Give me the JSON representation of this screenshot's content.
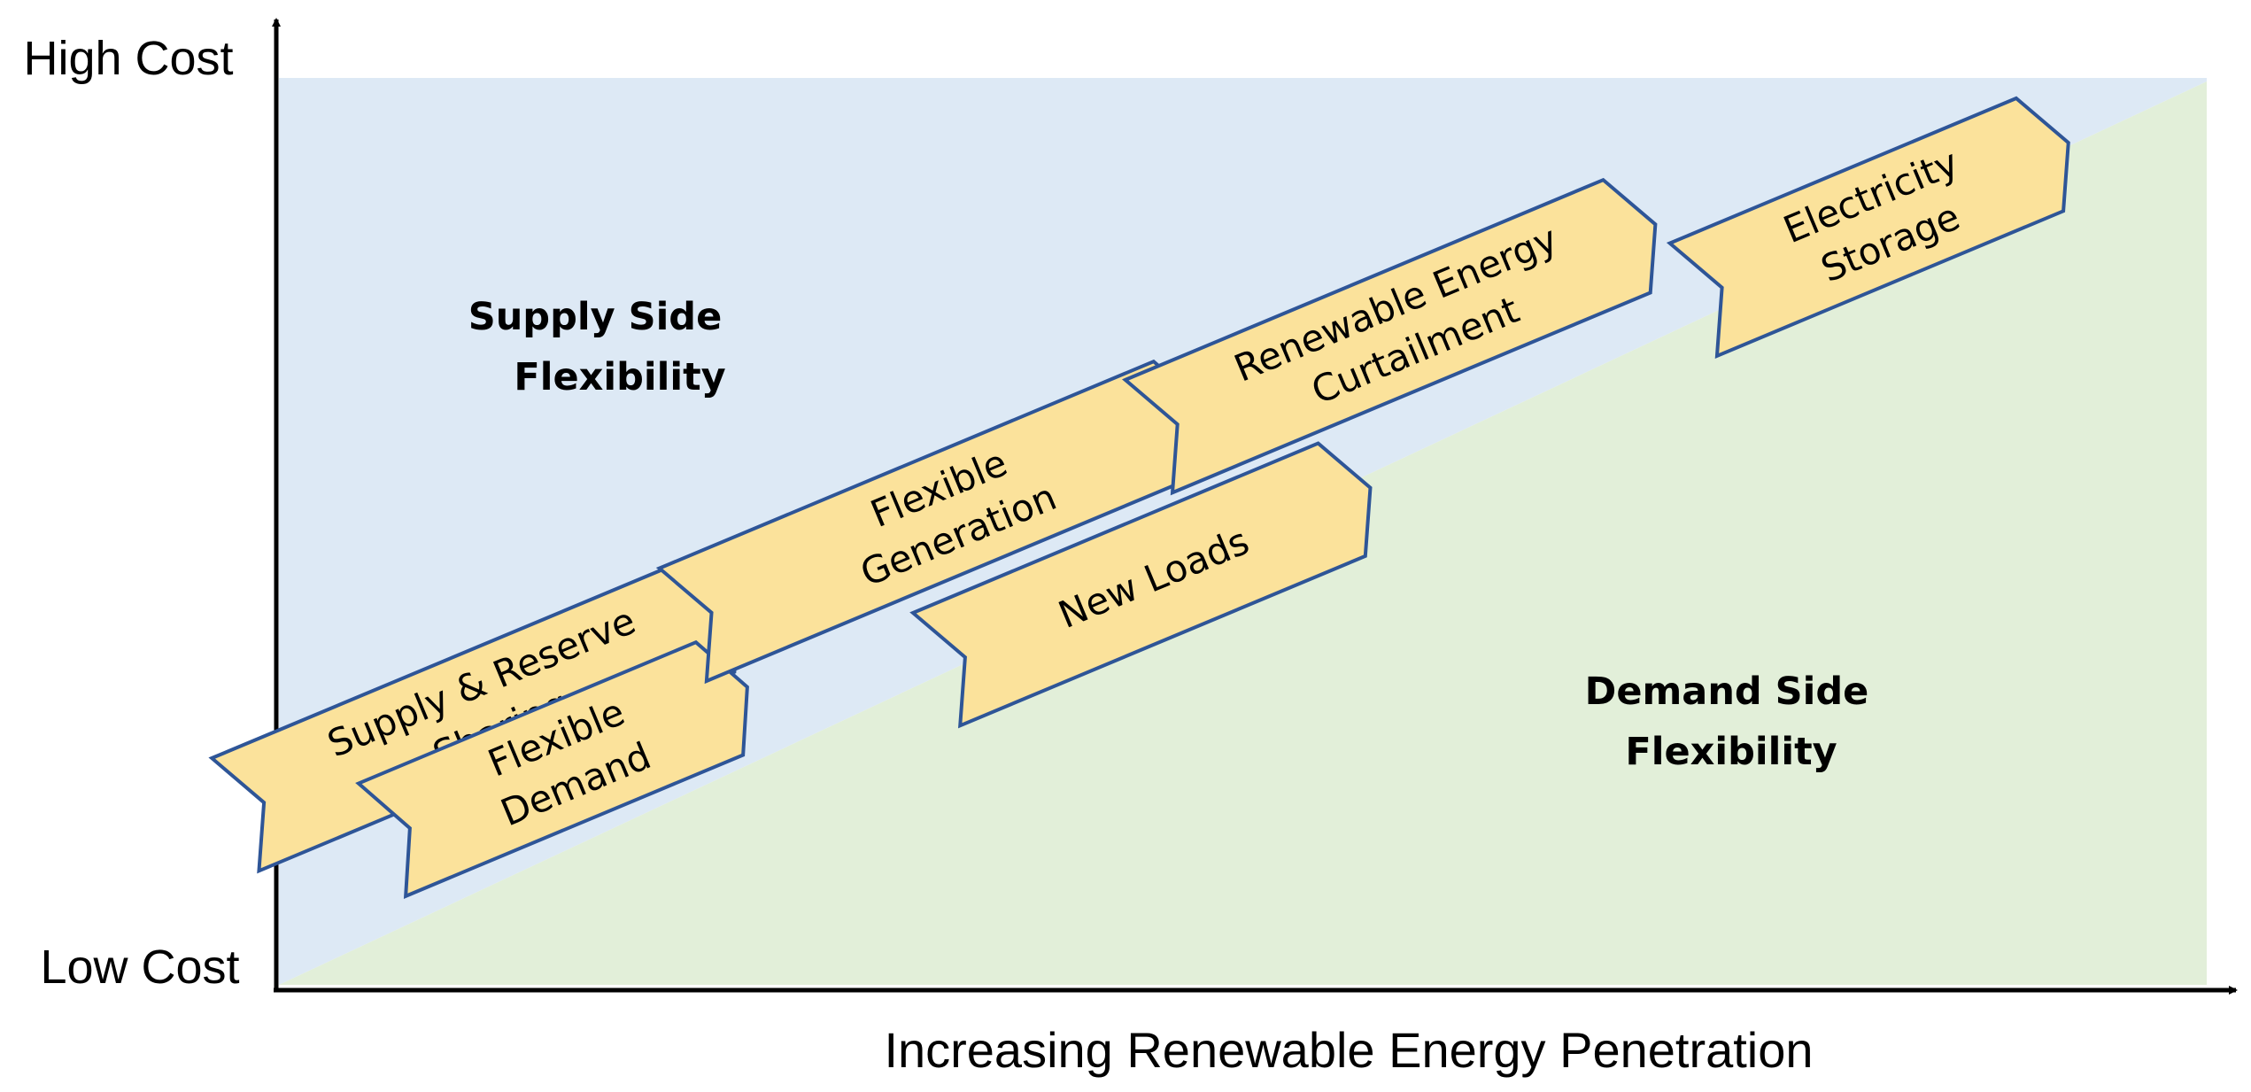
{
  "axes": {
    "y_top_label": "High Cost",
    "y_bottom_label": "Low Cost",
    "x_label": "Increasing Renewable Energy Penetration"
  },
  "regions": {
    "supply": {
      "line1": "Supply Side",
      "line2": "Flexibility",
      "color": "#dde9f5"
    },
    "demand": {
      "line1": "Demand Side",
      "line2": "Flexibility",
      "color": "#e2efd9"
    }
  },
  "chevron_style": {
    "fill": "#fbe29b",
    "stroke": "#2e5597"
  },
  "chevrons": [
    {
      "id": "supply-reserve-sharing",
      "line1": "Supply & Reserve",
      "line2": "Sharing"
    },
    {
      "id": "flexible-demand",
      "line1": "Flexible",
      "line2": "Demand"
    },
    {
      "id": "flexible-generation",
      "line1": "Flexible",
      "line2": "Generation"
    },
    {
      "id": "new-loads",
      "line1": "New Loads",
      "line2": ""
    },
    {
      "id": "renewable-energy-curtailment",
      "line1": "Renewable Energy",
      "line2": "Curtailment"
    },
    {
      "id": "electricity-storage",
      "line1": "Electricity",
      "line2": "Storage"
    }
  ]
}
